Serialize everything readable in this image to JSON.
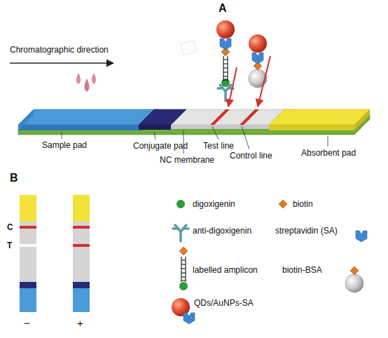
{
  "diagram": {
    "labels": [
      "A",
      "Chromatographic direction",
      "Sample pad",
      "Conjugate pad",
      "NC membrane",
      "Test line",
      "Control line",
      "Absorbent pad",
      "B",
      "C",
      "T",
      "−",
      "+"
    ],
    "legend": [
      {
        "text": "digoxigenin"
      },
      {
        "text": "anti-digoxigenin"
      },
      {
        "text": "labelled amplicon"
      },
      {
        "text": "QDs/AuNPs-SA"
      },
      {
        "text": "biotin"
      },
      {
        "text": "streptavidin (SA)"
      },
      {
        "text": "biotin-BSA"
      }
    ]
  }
}
